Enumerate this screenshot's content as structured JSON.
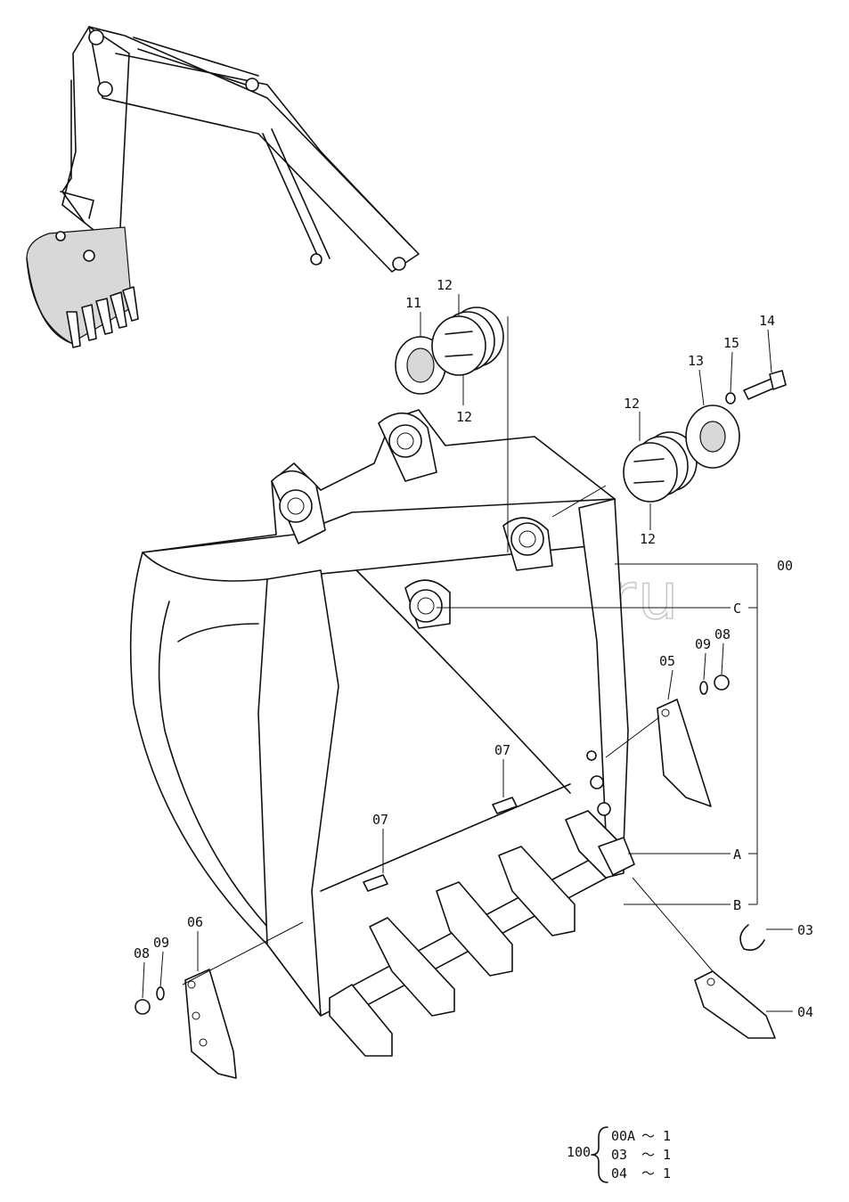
{
  "watermark": "autopiter.ru",
  "callouts": {
    "p00": "00",
    "pC": "C",
    "pA": "A",
    "pB": "B",
    "p03": "03",
    "p04": "04",
    "p05": "05",
    "p06": "06",
    "p07a": "07",
    "p07b": "07",
    "p08a": "08",
    "p08b": "08",
    "p09a": "09",
    "p09b": "09",
    "p11": "11",
    "p12a": "12",
    "p12b": "12",
    "p12c": "12",
    "p12d": "12",
    "p13": "13",
    "p14": "14",
    "p15": "15"
  },
  "kit": {
    "number": "100",
    "rows": [
      {
        "part": "00A",
        "qty": "～ 1"
      },
      {
        "part": "03",
        "qty": "～ 1"
      },
      {
        "part": "04",
        "qty": "～ 1"
      }
    ]
  }
}
